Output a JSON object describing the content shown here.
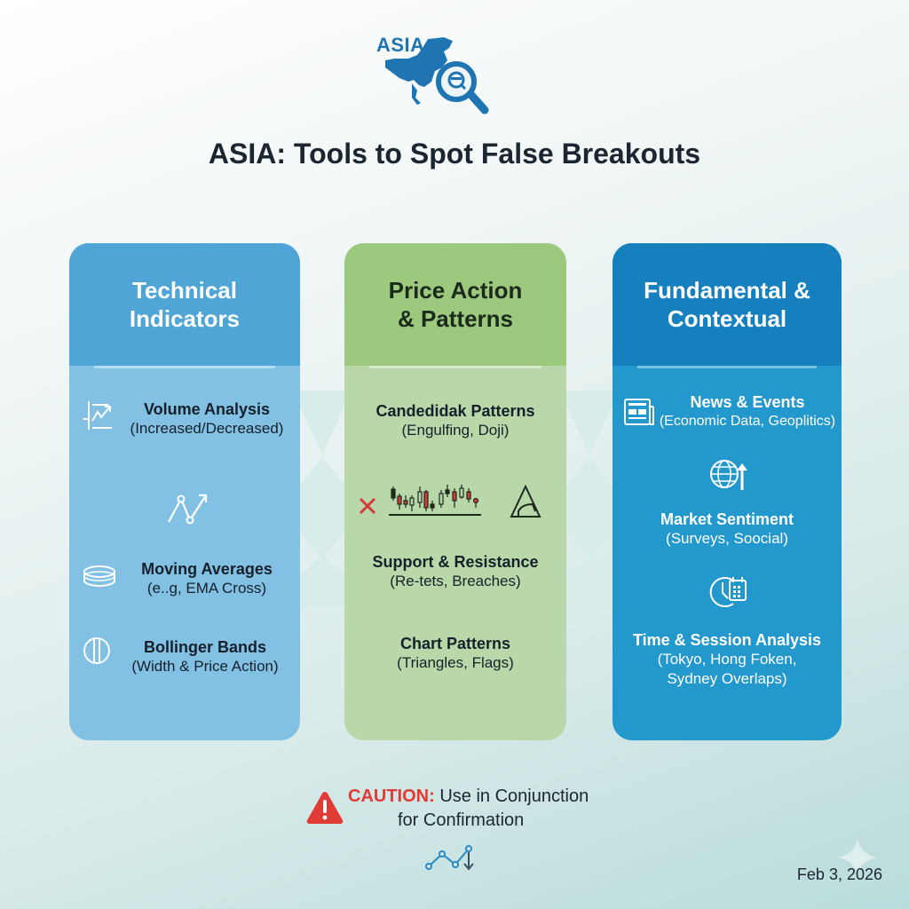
{
  "logo": {
    "text": "ASIA:",
    "icon": "asia-map-magnifier-icon",
    "color": "#1f74b2"
  },
  "title": "ASIA: Tools to Spot False Breakouts",
  "columns": [
    {
      "heading_line1": "Technical",
      "heading_line2": "Indicators",
      "color": "#4ea5d6",
      "items": [
        {
          "title": "Volume Analysis",
          "subtitle": "(Increased/Decreased)",
          "icon": "volume-chart-icon"
        },
        {
          "title": "",
          "subtitle": "",
          "icon": "zigzag-arrow-icon"
        },
        {
          "title": "Moving Averages",
          "subtitle": "(e..g, EMA Cross)",
          "icon": "ring-icon"
        },
        {
          "title": "Bollinger Bands",
          "subtitle": "(Width & Price Action)",
          "icon": "bands-circle-icon"
        }
      ]
    },
    {
      "heading_line1": "Price Action",
      "heading_line2": "& Patterns",
      "color": "#9cc97e",
      "items": [
        {
          "title": "Candedidak Patterns",
          "subtitle": "(Engulfing, Doji)",
          "icon": ""
        },
        {
          "title": "",
          "subtitle": "",
          "icon": "candlestick-row-icon"
        },
        {
          "title": "Support & Resistance",
          "subtitle": "(Re-tets, Breaches)",
          "icon": ""
        },
        {
          "title": "Chart Patterns",
          "subtitle": "(Triangles, Flags)",
          "icon": ""
        }
      ]
    },
    {
      "heading_line1": "Fundamental &",
      "heading_line2": "Contextual",
      "color": "#1580bd",
      "items": [
        {
          "title": "News & Events",
          "subtitle": "(Economic Data, Geoplitics)",
          "icon": "newspaper-icon"
        },
        {
          "title": "Market Sentiment",
          "subtitle": "(Surveys, Soocial)",
          "icon": "globe-arrow-icon"
        },
        {
          "title": "Time & Session Analysis",
          "subtitle_line1": "(Tokyo, Hong Foken,",
          "subtitle_line2": "Sydney Overlaps)",
          "icon": "clock-calendar-icon"
        }
      ]
    }
  ],
  "caution": {
    "label": "CAUTION:",
    "text_line1": "Use in Conjunction",
    "text_line2": "for Confirmation",
    "icon": "warning-triangle-icon",
    "color": "#e03b35"
  },
  "date": "Feb 3, 2026"
}
